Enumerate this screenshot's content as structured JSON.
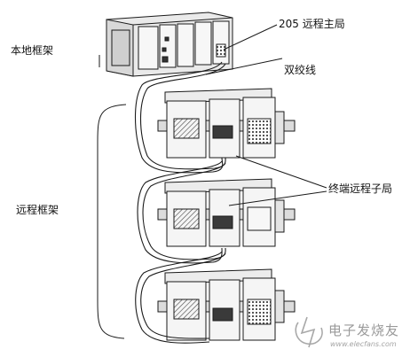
{
  "labels": {
    "local_rack": "本地框架",
    "master": "205 远程主局",
    "twisted_pair": "双绞线",
    "remote_rack": "远程框架",
    "terminal_slave": "终端远程子局"
  },
  "watermark": {
    "title": "电子发烧友",
    "url": "www.elecfans.com"
  },
  "colors": {
    "line": "#1a1a1a",
    "fill_light": "#f2f2f2",
    "fill_dark": "#3a3a3a"
  }
}
